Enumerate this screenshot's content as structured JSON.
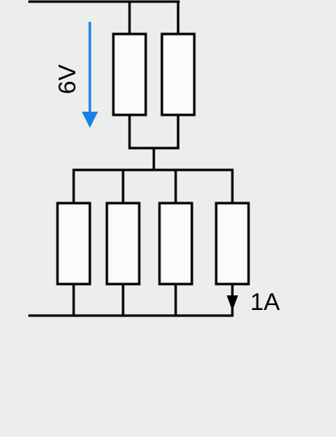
{
  "circuit": {
    "voltage_label": "6V",
    "current_label": "1A",
    "colors": {
      "voltage_arrow": "#1a7fe8",
      "wire": "#000000",
      "resistor_fill": "#fbfcfa",
      "background": "#eceeeb"
    },
    "top_group": {
      "resistor_count": 2
    },
    "bottom_group": {
      "resistor_count": 4
    }
  }
}
